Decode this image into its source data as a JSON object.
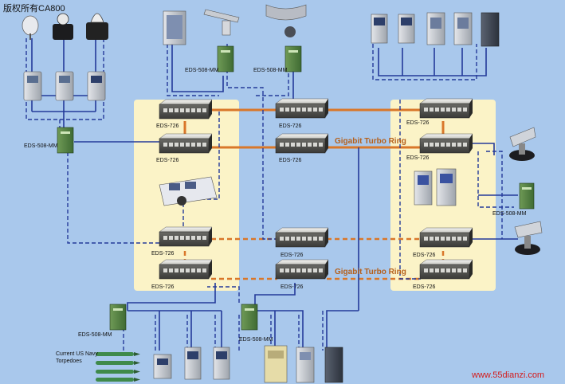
{
  "watermark": "版权所有CA800",
  "site_mark": "www.55dianzi.com",
  "ring_labels": [
    "Gigabit Turbo Ring",
    "Gigabit Turbo Ring"
  ],
  "switches": {
    "left_top": "EDS-726",
    "left_second": "EDS-726",
    "center_top": "EDS-726",
    "center_second": "EDS-726",
    "right_top": "EDS-726",
    "right_second": "EDS-726",
    "left_lower": "EDS-726",
    "left_bottom": "EDS-726",
    "center_lower": "EDS-726",
    "center_bottom": "EDS-726",
    "right_lower": "EDS-726",
    "right_bottom": "EDS-726"
  },
  "edge_switches": {
    "left_mid": "EDS-508-MM",
    "top_a": "EDS-508-MM",
    "top_b": "EDS-508-MM",
    "right_mid": "EDS-508-MM",
    "bottom_left": "EDS-508-MM",
    "bottom_center": "EDS-508-MM"
  },
  "torpedo_caption": [
    "Current US Navy",
    "Torpedoes"
  ],
  "colors": {
    "background": "#a9c8ec",
    "zone": "#fbf3c7",
    "link": "#243a9a",
    "ring": "#d9772a"
  }
}
